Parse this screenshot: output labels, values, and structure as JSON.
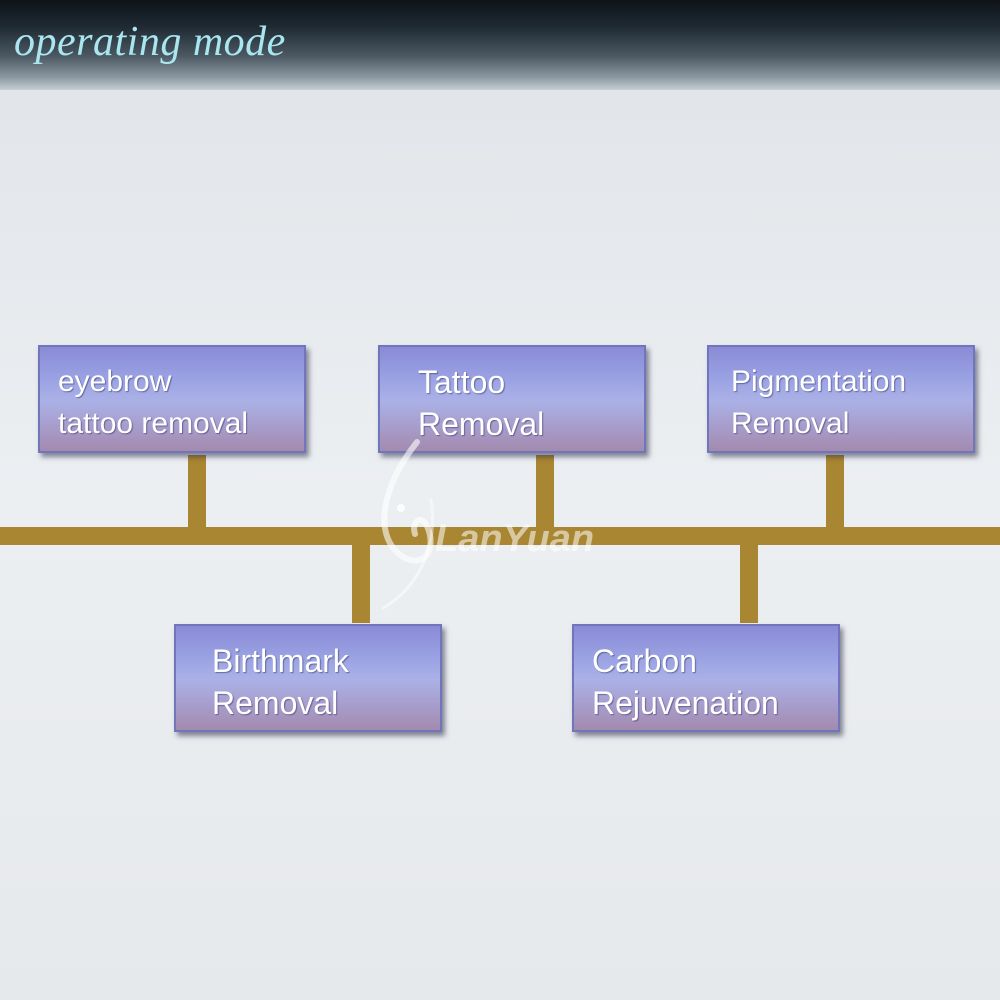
{
  "header": {
    "title": "operating mode"
  },
  "modes": [
    {
      "line1": "eyebrow",
      "line2": "tattoo removal"
    },
    {
      "line1": "Tattoo",
      "line2": "Removal"
    },
    {
      "line1": "Pigmentation",
      "line2": "Removal"
    },
    {
      "line1": "Birthmark",
      "line2": "Removal"
    },
    {
      "line1": "Carbon",
      "line2": "Rejuvenation"
    }
  ],
  "watermark": {
    "text": "LanYuan"
  },
  "colors": {
    "box_fill": "#9ba3e4",
    "box_border": "#7076bb",
    "connector": "#a88632",
    "header_text": "#a9e6ef"
  }
}
